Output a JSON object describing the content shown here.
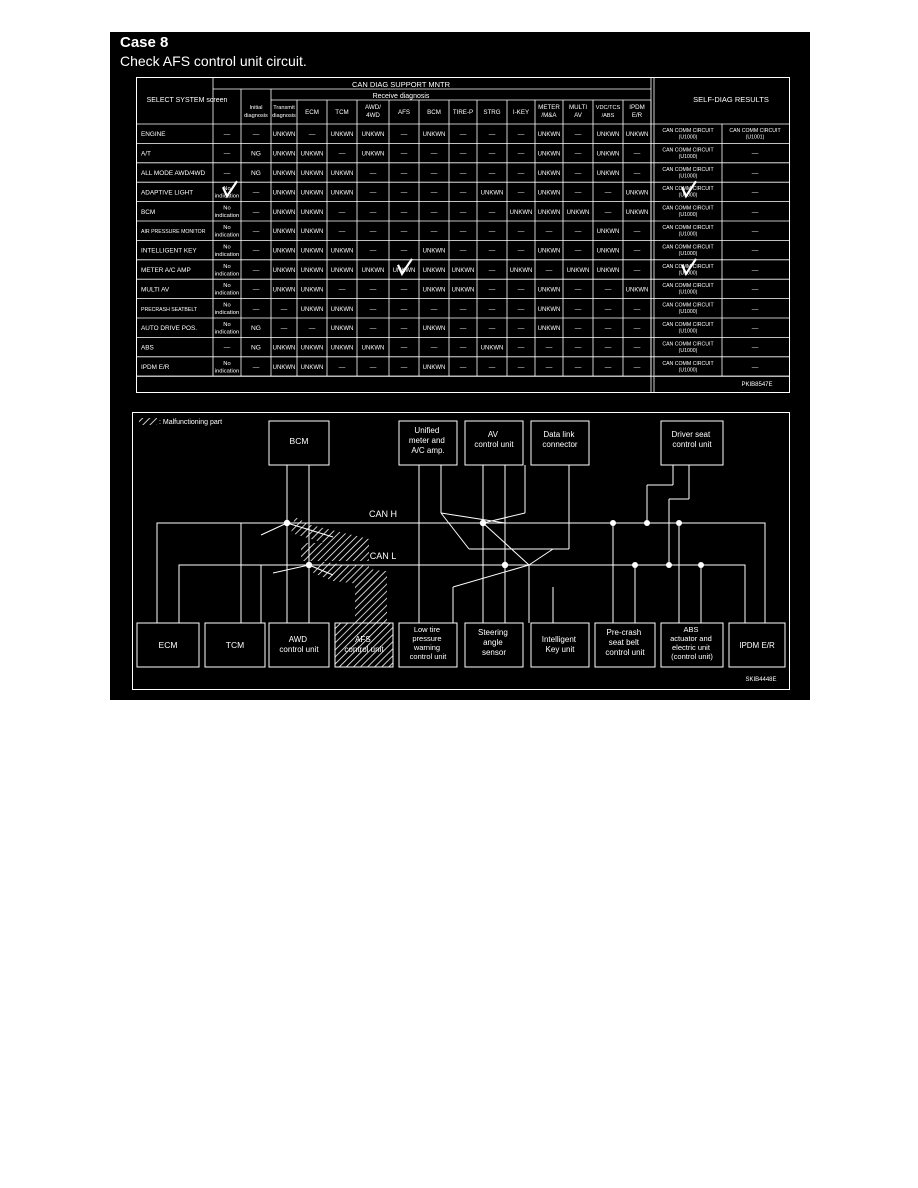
{
  "header": {
    "case_label": "Case 8",
    "instruction": "Check AFS control unit circuit."
  },
  "table": {
    "group_header": "CAN DIAG SUPPORT MNTR",
    "sub_header": "Receive diagnosis",
    "select_header": "SELECT SYSTEM screen",
    "results_header": "SELF-DIAG RESULTS",
    "columns": [
      {
        "l1": "Initial",
        "l2": "diagnosis"
      },
      {
        "l1": "Transmit",
        "l2": "diagnosis"
      },
      {
        "l1": "ECM",
        "l2": ""
      },
      {
        "l1": "TCM",
        "l2": ""
      },
      {
        "l1": "AWD/",
        "l2": "4WD"
      },
      {
        "l1": "AFS",
        "l2": ""
      },
      {
        "l1": "BCM",
        "l2": ""
      },
      {
        "l1": "TIRE-P",
        "l2": ""
      },
      {
        "l1": "STRG",
        "l2": ""
      },
      {
        "l1": "I-KEY",
        "l2": ""
      },
      {
        "l1": "METER",
        "l2": "/M&A"
      },
      {
        "l1": "MULTI",
        "l2": "AV"
      },
      {
        "l1": "VDC/TCS",
        "l2": "/ABS"
      },
      {
        "l1": "IPDM",
        "l2": "E/R"
      }
    ],
    "rows": [
      {
        "system": "ENGINE",
        "screen": "—",
        "cells": [
          "—",
          "UNKWN",
          "—",
          "UNKWN",
          "UNKWN",
          "—",
          "UNKWN",
          "—",
          "—",
          "—",
          "UNKWN",
          "—",
          "UNKWN",
          "UNKWN"
        ],
        "r1": "CAN COMM CIRCUIT",
        "r1b": "(U1000)",
        "r2": "CAN COMM CIRCUIT",
        "r2b": "(U1001)"
      },
      {
        "system": "A/T",
        "screen": "—",
        "cells": [
          "NG",
          "UNKWN",
          "UNKWN",
          "—",
          "UNKWN",
          "—",
          "—",
          "—",
          "—",
          "—",
          "UNKWN",
          "—",
          "UNKWN",
          "—"
        ],
        "r1": "CAN COMM CIRCUIT",
        "r1b": "(U1000)",
        "r2": "—",
        "r2b": ""
      },
      {
        "system": "ALL MODE AWD/4WD",
        "screen": "—",
        "cells": [
          "NG",
          "UNKWN",
          "UNKWN",
          "UNKWN",
          "—",
          "—",
          "—",
          "—",
          "—",
          "—",
          "UNKWN",
          "—",
          "UNKWN",
          "—"
        ],
        "r1": "CAN COMM CIRCUIT",
        "r1b": "(U1000)",
        "r2": "—",
        "r2b": ""
      },
      {
        "system": "ADAPTIVE LIGHT",
        "screen": "No indication",
        "cells": [
          "—",
          "UNKWN",
          "UNKWN",
          "UNKWN",
          "—",
          "—",
          "—",
          "—",
          "UNKWN",
          "—",
          "UNKWN",
          "—",
          "—",
          "UNKWN"
        ],
        "r1": "CAN COMM CIRCUIT",
        "r1b": "(U1000)",
        "r2": "—",
        "r2b": ""
      },
      {
        "system": "BCM",
        "screen": "No indication",
        "cells": [
          "—",
          "UNKWN",
          "UNKWN",
          "—",
          "—",
          "—",
          "—",
          "—",
          "—",
          "UNKWN",
          "UNKWN",
          "UNKWN",
          "—",
          "UNKWN"
        ],
        "r1": "CAN COMM CIRCUIT",
        "r1b": "(U1000)",
        "r2": "—",
        "r2b": ""
      },
      {
        "system": "AIR PRESSURE MONITOR",
        "screen": "No indication",
        "cells": [
          "—",
          "UNKWN",
          "UNKWN",
          "—",
          "—",
          "—",
          "—",
          "—",
          "—",
          "—",
          "—",
          "—",
          "UNKWN",
          "—"
        ],
        "r1": "CAN COMM CIRCUIT",
        "r1b": "(U1000)",
        "r2": "—",
        "r2b": ""
      },
      {
        "system": "INTELLIGENT KEY",
        "screen": "No indication",
        "cells": [
          "—",
          "UNKWN",
          "UNKWN",
          "UNKWN",
          "—",
          "—",
          "UNKWN",
          "—",
          "—",
          "—",
          "UNKWN",
          "—",
          "UNKWN",
          "—"
        ],
        "r1": "CAN COMM CIRCUIT",
        "r1b": "(U1000)",
        "r2": "—",
        "r2b": ""
      },
      {
        "system": "METER A/C AMP",
        "screen": "No indication",
        "cells": [
          "—",
          "UNKWN",
          "UNKWN",
          "UNKWN",
          "UNKWN",
          "UNKWN",
          "UNKWN",
          "UNKWN",
          "—",
          "UNKWN",
          "—",
          "UNKWN",
          "UNKWN",
          "—"
        ],
        "r1": "CAN COMM CIRCUIT",
        "r1b": "(U1000)",
        "r2": "—",
        "r2b": ""
      },
      {
        "system": "MULTI AV",
        "screen": "No indication",
        "cells": [
          "—",
          "UNKWN",
          "UNKWN",
          "—",
          "—",
          "—",
          "UNKWN",
          "UNKWN",
          "—",
          "—",
          "UNKWN",
          "—",
          "—",
          "UNKWN"
        ],
        "r1": "CAN COMM CIRCUIT",
        "r1b": "(U1000)",
        "r2": "—",
        "r2b": ""
      },
      {
        "system": "PRECRASH SEATBELT",
        "screen": "No indication",
        "cells": [
          "—",
          "—",
          "UNKWN",
          "UNKWN",
          "—",
          "—",
          "—",
          "—",
          "—",
          "—",
          "UNKWN",
          "—",
          "—",
          "—"
        ],
        "r1": "CAN COMM CIRCUIT",
        "r1b": "(U1000)",
        "r2": "—",
        "r2b": ""
      },
      {
        "system": "AUTO DRIVE POS.",
        "screen": "No indication",
        "cells": [
          "NG",
          "—",
          "—",
          "UNKWN",
          "—",
          "—",
          "UNKWN",
          "—",
          "—",
          "—",
          "UNKWN",
          "—",
          "—",
          "—"
        ],
        "r1": "CAN COMM CIRCUIT",
        "r1b": "(U1000)",
        "r2": "—",
        "r2b": ""
      },
      {
        "system": "ABS",
        "screen": "—",
        "cells": [
          "NG",
          "UNKWN",
          "UNKWN",
          "UNKWN",
          "UNKWN",
          "—",
          "—",
          "—",
          "UNKWN",
          "—",
          "—",
          "—",
          "—",
          "—"
        ],
        "r1": "CAN COMM CIRCUIT",
        "r1b": "(U1000)",
        "r2": "—",
        "r2b": ""
      },
      {
        "system": "IPDM E/R",
        "screen": "No indication",
        "cells": [
          "—",
          "UNKWN",
          "UNKWN",
          "—",
          "—",
          "—",
          "UNKWN",
          "—",
          "—",
          "—",
          "—",
          "—",
          "—",
          "—"
        ],
        "r1": "CAN COMM CIRCUIT",
        "r1b": "(U1000)",
        "r2": "—",
        "r2b": ""
      }
    ],
    "figure_code": "PKIB8547E"
  },
  "diagram": {
    "legend": ": Malfunctioning part",
    "can_h": "CAN H",
    "can_l": "CAN L",
    "figure_code": "SKIB4448E",
    "top_units": {
      "bcm": [
        "BCM"
      ],
      "meter": [
        "Unified",
        "meter and",
        "A/C amp."
      ],
      "av": [
        "AV",
        "control unit"
      ],
      "dlc": [
        "Data link",
        "connector"
      ],
      "driver_seat": [
        "Driver seat",
        "control unit"
      ]
    },
    "bottom_units": {
      "ecm": [
        "ECM"
      ],
      "tcm": [
        "TCM"
      ],
      "awd": [
        "AWD",
        "control unit"
      ],
      "afs": [
        "AFS",
        "control unit"
      ],
      "tire": [
        "Low tire",
        "pressure",
        "warning",
        "control unit"
      ],
      "steering": [
        "Steering",
        "angle",
        "sensor"
      ],
      "ikey": [
        "Intelligent",
        "Key unit"
      ],
      "precrash": [
        "Pre-crash",
        "seat belt",
        "control unit"
      ],
      "abs": [
        "ABS",
        "actuator and",
        "electric unit",
        "(control unit)"
      ],
      "ipdm": [
        "IPDM E/R"
      ]
    }
  }
}
